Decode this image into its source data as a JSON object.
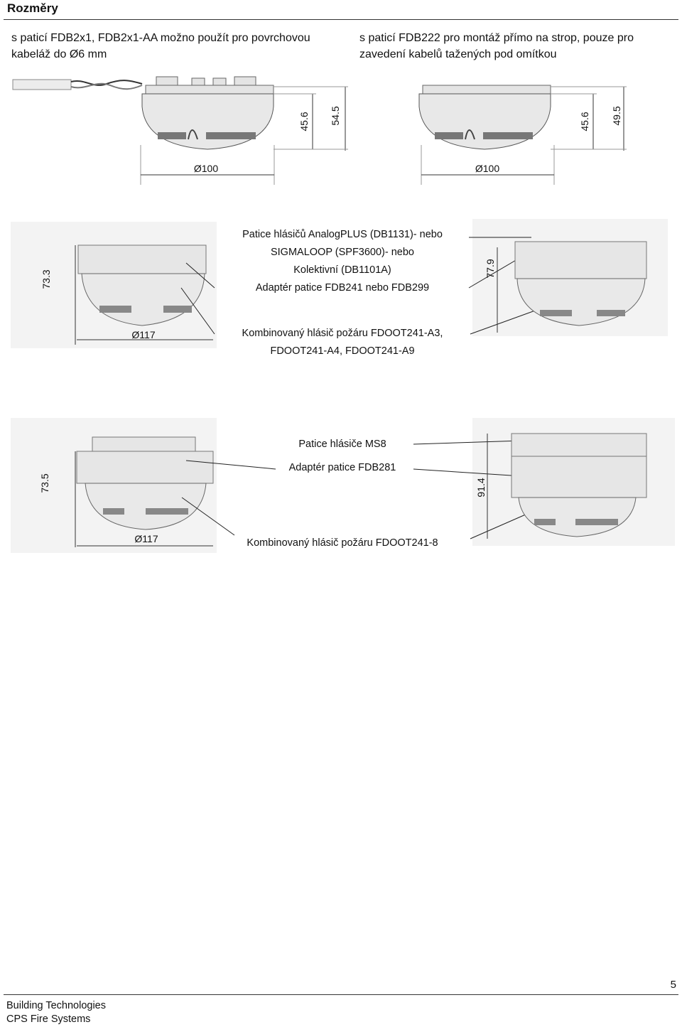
{
  "heading": "Rozměry",
  "col_left": {
    "line1": "s paticí FDB2x1, FDB2x1-AA možno použít pro povrchovou",
    "line2": "kabeláž do Ø6 mm"
  },
  "col_right": {
    "line1": "s paticí FDB222 pro montáž přímo na strop, pouze pro",
    "line2": "zavedení kabelů tažených pod omítkou"
  },
  "fig1": {
    "h1": "45.6",
    "h2": "54.5",
    "dia": "Ø100"
  },
  "fig2": {
    "h1": "45.6",
    "h2": "49.5",
    "dia": "Ø100"
  },
  "fig3": {
    "height": "73.3",
    "dia": "Ø117",
    "height_right": "77.9",
    "caption_top": [
      "Patice hlásičů AnalogPLUS (DB1131)- nebo",
      "SIGMALOOP (SPF3600)- nebo",
      "Kolektivní (DB1101A)",
      "Adaptér patice FDB241 nebo FDB299"
    ],
    "caption_bottom": [
      "Kombinovaný hlásič požáru FDOOT241-A3,",
      "FDOOT241-A4, FDOOT241-A9"
    ]
  },
  "fig4": {
    "height": "73.5",
    "dia": "Ø117",
    "height_right": "91.4",
    "label_base": "Patice hlásiče MS8",
    "label_adapter": "Adaptér patice FDB281",
    "label_detector": "Kombinovaný hlásič požáru FDOOT241-8"
  },
  "page_number": "5",
  "footer": {
    "line1": "Building Technologies",
    "line2": "CPS Fire Systems"
  }
}
